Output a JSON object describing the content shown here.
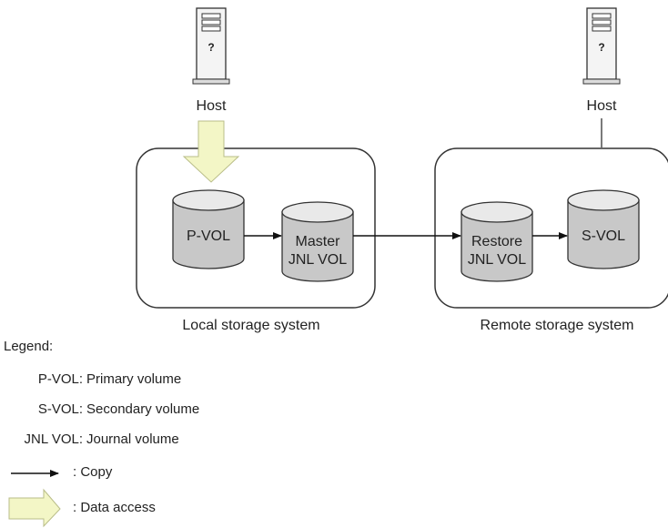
{
  "hosts": [
    {
      "label": "Host"
    },
    {
      "label": "Host"
    }
  ],
  "systems": {
    "local": {
      "caption": "Local storage system",
      "pvol": "P-VOL",
      "master_line1": "Master",
      "master_line2": "JNL VOL"
    },
    "remote": {
      "caption": "Remote storage system",
      "restore_line1": "Restore",
      "restore_line2": "JNL VOL",
      "svol": "S-VOL"
    }
  },
  "legend": {
    "title": "Legend:",
    "items": [
      {
        "term": "P-VOL:",
        "desc": "Primary volume"
      },
      {
        "term": "S-VOL:",
        "desc": "Secondary volume"
      },
      {
        "term": "JNL VOL:",
        "desc": "Journal volume"
      }
    ],
    "copy_label": ": Copy",
    "data_access_label": ": Data access"
  },
  "colors": {
    "data_access_arrow": "#f3f6c6",
    "cylinder": "#c8c8c8",
    "outline": "#333333"
  }
}
